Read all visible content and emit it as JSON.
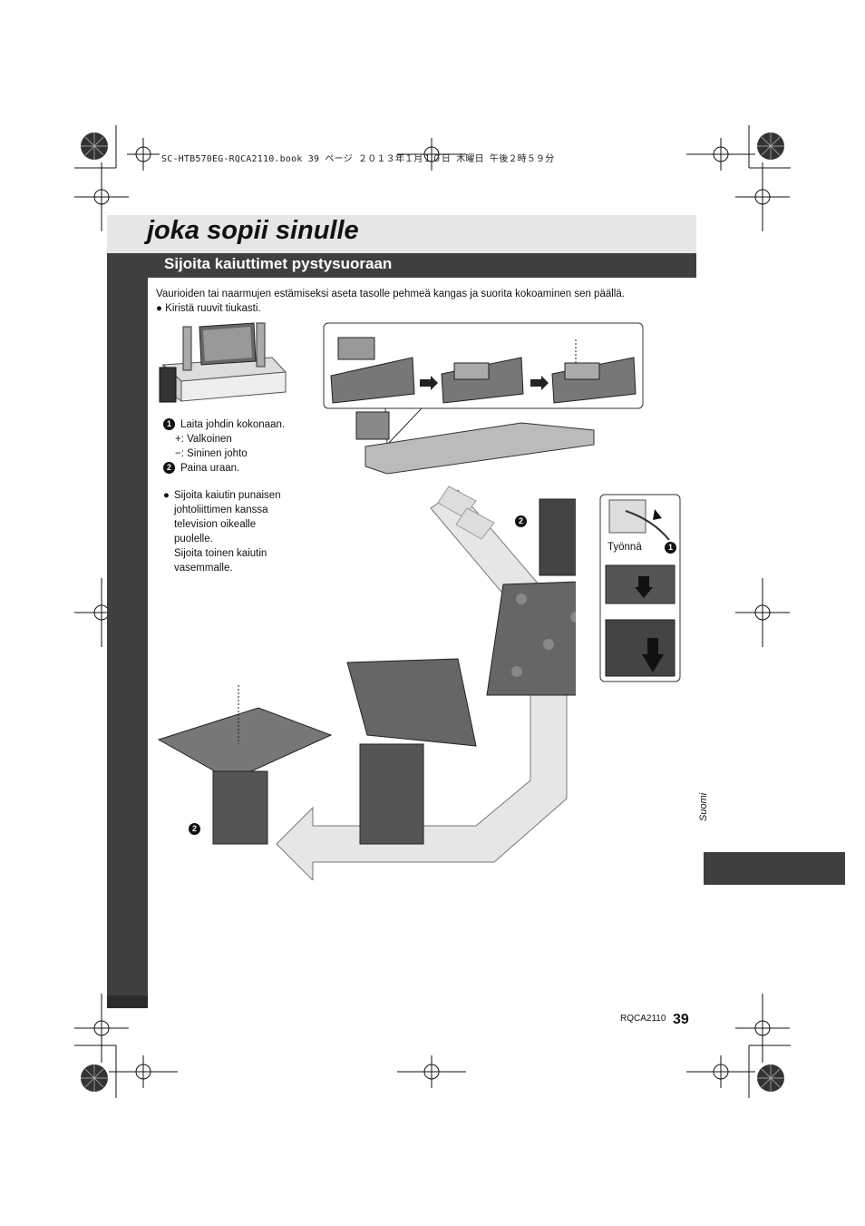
{
  "print_header": "SC-HTB570EG-RQCA2110.book  39 ページ  ２０１３年１月１０日  木曜日  午後２時５９分",
  "section": {
    "title": "joka sopii sinulle",
    "subtitle": "Sijoita kaiuttimet pystysuoraan"
  },
  "intro": {
    "text": "Vaurioiden tai naarmujen estämiseksi aseta tasolle pehmeä kangas ja suorita kokoaminen sen päällä.",
    "bullet": "Kiristä ruuvit tiukasti."
  },
  "steps": [
    {
      "num": "1",
      "text": "Laita johdin kokonaan."
    },
    {
      "num": "",
      "text": "+: Valkoinen"
    },
    {
      "num": "",
      "text": "−: Sininen johto"
    },
    {
      "num": "2",
      "text": "Paina uraan."
    }
  ],
  "note": {
    "bullet_text": "Sijoita kaiutin punaisen johtoliittimen kanssa television oikealle puolelle.",
    "second_text": "Sijoita toinen kaiutin vasemmalle."
  },
  "figure_labels": {
    "push": "Työnnä",
    "callout_1": "1",
    "callout_2a": "2",
    "callout_2b": "2"
  },
  "side_label": "Suomi",
  "footer": {
    "doc_id": "RQCA2110",
    "page_number": "39"
  }
}
